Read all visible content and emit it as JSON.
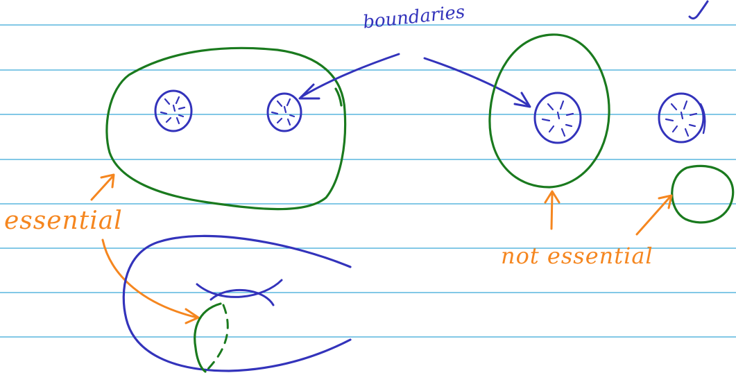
{
  "colors": {
    "rule": "#38a8d6",
    "green": "#1a7a1e",
    "blue": "#3333bb",
    "orange": "#f5861f"
  },
  "labels": {
    "boundaries": "boundaries",
    "essential": "essential",
    "not_essential": "not essential"
  }
}
